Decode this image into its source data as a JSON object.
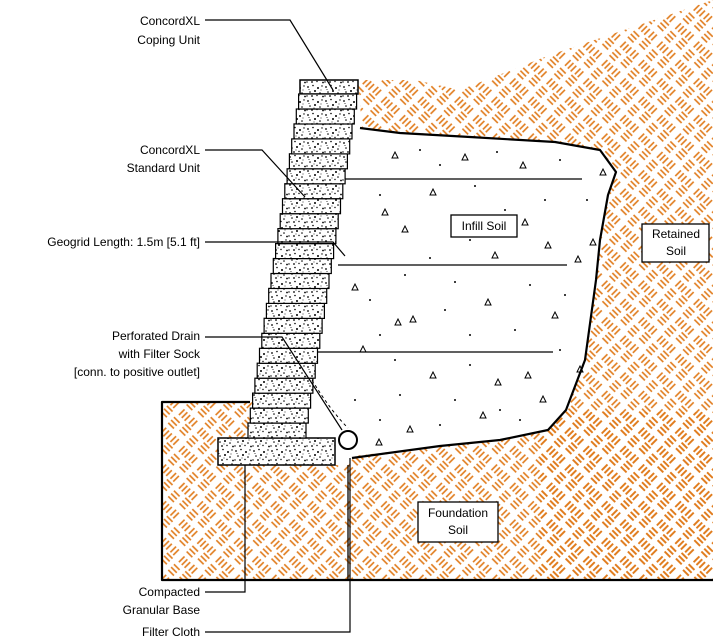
{
  "labels": {
    "coping_unit": [
      "ConcordXL",
      "Coping Unit"
    ],
    "standard_unit": [
      "ConcordXL",
      "Standard Unit"
    ],
    "geogrid_length": "Geogrid Length: 1.5m [5.1 ft]",
    "perforated_drain": [
      "Perforated Drain",
      "with Filter Sock",
      "[conn. to positive outlet]"
    ],
    "compacted_base": [
      "Compacted",
      "Granular Base"
    ],
    "filter_cloth": "Filter Cloth"
  },
  "regions": {
    "infill_soil": "Infill Soil",
    "retained_soil": [
      "Retained",
      "Soil"
    ],
    "foundation_soil": [
      "Foundation",
      "Soil"
    ]
  },
  "colors": {
    "soil_hatch": "#e07a1a",
    "outline": "#000000",
    "background": "#ffffff"
  }
}
